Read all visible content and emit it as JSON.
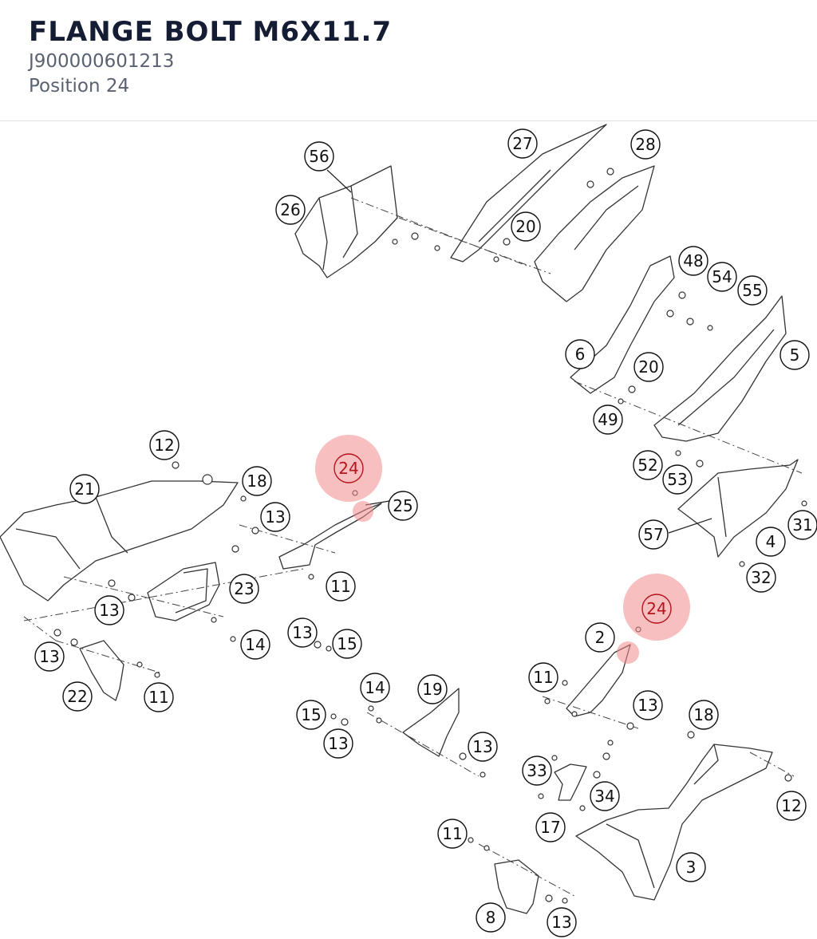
{
  "header": {
    "title": "FLANGE BOLT M6X11.7",
    "part_number": "J900000601213",
    "position_label": "Position 24"
  },
  "diagram": {
    "highlight_color": "#f08a8a",
    "callouts": [
      {
        "label": "56"
      },
      {
        "label": "26"
      },
      {
        "label": "27"
      },
      {
        "label": "28"
      },
      {
        "label": "20"
      },
      {
        "label": "48"
      },
      {
        "label": "54"
      },
      {
        "label": "55"
      },
      {
        "label": "6"
      },
      {
        "label": "20"
      },
      {
        "label": "5"
      },
      {
        "label": "49"
      },
      {
        "label": "12"
      },
      {
        "label": "18"
      },
      {
        "label": "21"
      },
      {
        "label": "24",
        "highlight": true
      },
      {
        "label": "25"
      },
      {
        "label": "13"
      },
      {
        "label": "52"
      },
      {
        "label": "53"
      },
      {
        "label": "31"
      },
      {
        "label": "57"
      },
      {
        "label": "4"
      },
      {
        "label": "32"
      },
      {
        "label": "11"
      },
      {
        "label": "23"
      },
      {
        "label": "13"
      },
      {
        "label": "24",
        "highlight": true
      },
      {
        "label": "13"
      },
      {
        "label": "15"
      },
      {
        "label": "14"
      },
      {
        "label": "2"
      },
      {
        "label": "13"
      },
      {
        "label": "22"
      },
      {
        "label": "11"
      },
      {
        "label": "11"
      },
      {
        "label": "14"
      },
      {
        "label": "19"
      },
      {
        "label": "13"
      },
      {
        "label": "15"
      },
      {
        "label": "13"
      },
      {
        "label": "13"
      },
      {
        "label": "18"
      },
      {
        "label": "33"
      },
      {
        "label": "34"
      },
      {
        "label": "12"
      },
      {
        "label": "17"
      },
      {
        "label": "11"
      },
      {
        "label": "3"
      },
      {
        "label": "8"
      },
      {
        "label": "13"
      }
    ]
  }
}
